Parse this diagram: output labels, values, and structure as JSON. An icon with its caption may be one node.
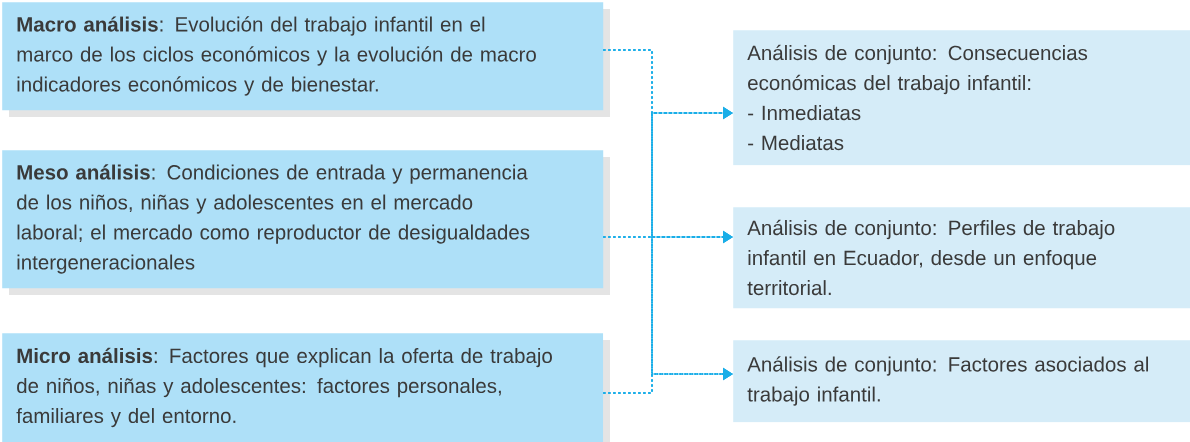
{
  "diagram": {
    "nodes": [
      {
        "text": [
          "**Macro análisis**: Evolución del trabajo infantil en el marco de los ciclos económicos y la evolución de macro indicadores económicos y de bienestar."
        ]
      },
      {
        "text": [
          "**Meso análisis**: Condiciones de entrada y permanencia de los niños, niñas y adolescentes en el mercado laboral; el mercado como reproductor de desigualdades intergeneracionales"
        ]
      },
      {
        "text": [
          "**Micro análisis**: Factores que explican la oferta de trabajo de niños, niñas y adolescentes: factores personales, familiares y del entorno."
        ]
      },
      {
        "text": [
          "Análisis de conjunto: Consecuencias económicas del trabajo infantil:",
          "- Inmediatas",
          "- Mediatas"
        ]
      },
      {
        "text": [
          "Análisis de conjunto: Perfiles de trabajo infantil en Ecuador, desde un enfoque territorial."
        ]
      },
      {
        "text": [
          "Análisis de conjunto: Factores asociados al trabajo infantil."
        ]
      }
    ],
    "edges": [
      {
        "from": 0,
        "to": 3,
        "arrow": "to"
      },
      {
        "from": 0,
        "to": 4,
        "arrow": "to"
      },
      {
        "from": 0,
        "to": 5,
        "arrow": "to"
      },
      {
        "from": 1,
        "to": 3,
        "arrow": "to"
      },
      {
        "from": 1,
        "to": 4,
        "arrow": "to"
      },
      {
        "from": 1,
        "to": 5,
        "arrow": "to"
      },
      {
        "from": 2,
        "to": 3,
        "arrow": "to"
      },
      {
        "from": 2,
        "to": 4,
        "arrow": "to"
      },
      {
        "from": 2,
        "to": 5,
        "arrow": "to"
      }
    ]
  }
}
